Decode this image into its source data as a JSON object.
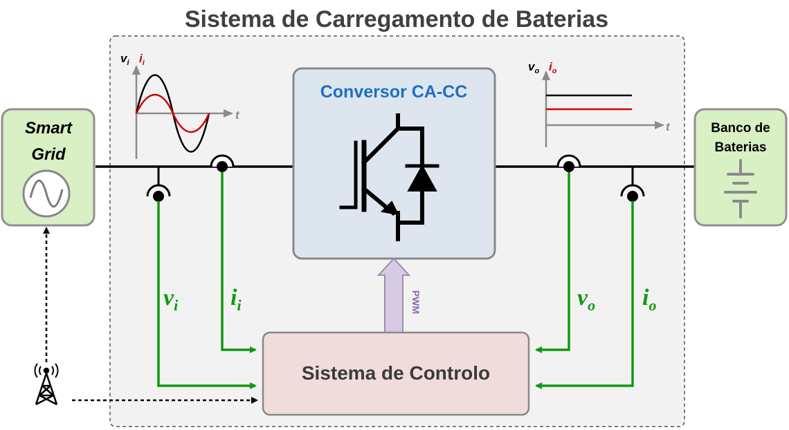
{
  "title": "Sistema de Carregamento de Baterias",
  "source": {
    "line1": "Smart",
    "line2": "Grid"
  },
  "battery": {
    "line1": "Banco de",
    "line2": "Baterias"
  },
  "converter": {
    "label": "Conversor CA-CC"
  },
  "controller": {
    "label": "Sistema de Controlo"
  },
  "pwm": {
    "label": "PWM"
  },
  "input_plot": {
    "v_label": "v",
    "v_sub": "i",
    "i_label": "i",
    "i_sub": "i",
    "t_label": "t"
  },
  "output_plot": {
    "v_label": "v",
    "v_sub": "o",
    "i_label": "i",
    "i_sub": "o",
    "t_label": "t"
  },
  "signals": {
    "vi": {
      "main": "v",
      "sub": "i"
    },
    "ii": {
      "main": "i",
      "sub": "i"
    },
    "vo": {
      "main": "v",
      "sub": "o"
    },
    "io": {
      "main": "i",
      "sub": "o"
    }
  },
  "colors": {
    "green_signal": "#0f9a0f",
    "red_current": "#d40000",
    "converter_title": "#1f6fc1",
    "pwm_text": "#8a6bb0",
    "grid_fill": "#d9efc4",
    "converter_fill": "#dde6ee",
    "controller_fill": "#f1dcdc",
    "pwm_arrow_fill": "#d8c9e5"
  },
  "icons": [
    "sine-source-icon",
    "battery-icon",
    "igbt-diode-icon",
    "radio-tower-icon",
    "current-sensor-icon",
    "voltage-sensor-icon"
  ]
}
